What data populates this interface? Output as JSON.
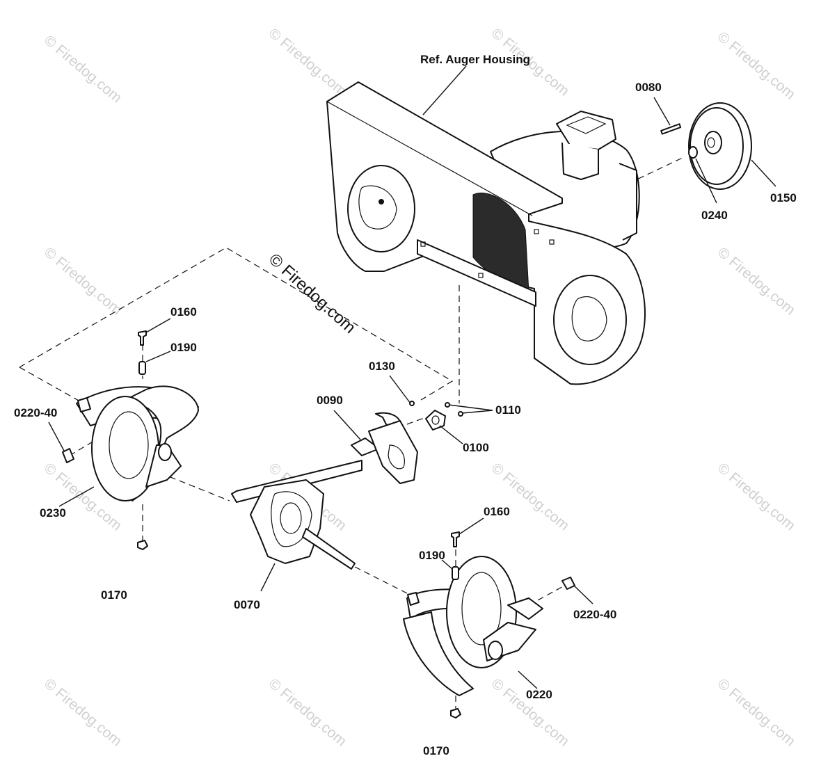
{
  "diagram": {
    "reference_label": "Ref. Auger Housing",
    "callouts": [
      {
        "id": "c-0080",
        "label": "0080"
      },
      {
        "id": "c-0150",
        "label": "0150"
      },
      {
        "id": "c-0240",
        "label": "0240"
      },
      {
        "id": "c-0160a",
        "label": "0160"
      },
      {
        "id": "c-0190a",
        "label": "0190"
      },
      {
        "id": "c-0220-40a",
        "label": "0220-40"
      },
      {
        "id": "c-0130",
        "label": "0130"
      },
      {
        "id": "c-0110",
        "label": "0110"
      },
      {
        "id": "c-0090",
        "label": "0090"
      },
      {
        "id": "c-0100",
        "label": "0100"
      },
      {
        "id": "c-0230",
        "label": "0230"
      },
      {
        "id": "c-0170a",
        "label": "0170"
      },
      {
        "id": "c-0070",
        "label": "0070"
      },
      {
        "id": "c-0160b",
        "label": "0160"
      },
      {
        "id": "c-0190b",
        "label": "0190"
      },
      {
        "id": "c-0220-40b",
        "label": "0220-40"
      },
      {
        "id": "c-0220",
        "label": "0220"
      },
      {
        "id": "c-0170b",
        "label": "0170"
      }
    ],
    "watermark_main": "© Firedog.com",
    "watermark_tile": "© Firedog.com"
  }
}
